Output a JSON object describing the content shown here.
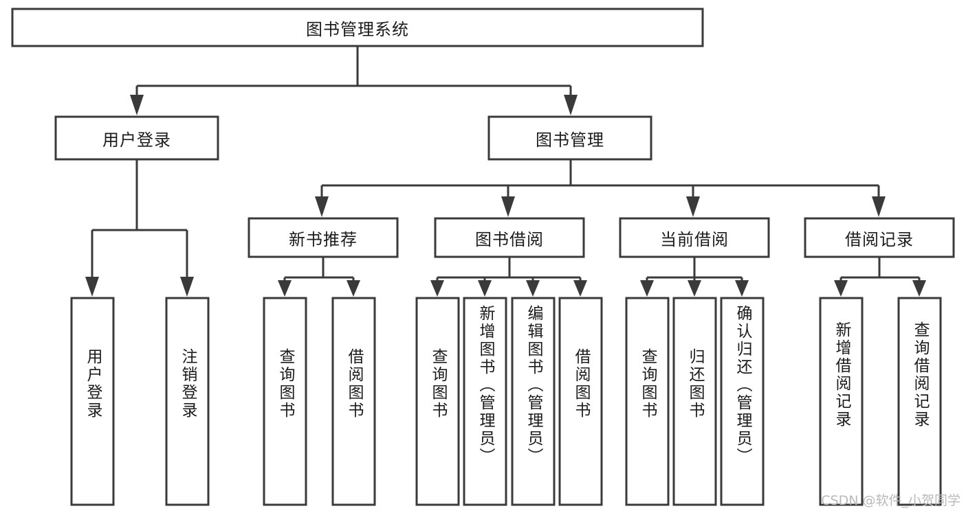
{
  "diagram": {
    "title": "图书管理系统",
    "type": "tree",
    "watermark": "CSDN @软件_小贺同学",
    "colors": {
      "stroke": "#3a3a3a",
      "box_fill": "#ffffff",
      "text": "#1b1b1b",
      "background": "#ffffff",
      "watermark": "#b9b9b9"
    },
    "levels": {
      "root": {
        "label": "图书管理系统"
      },
      "level2": [
        {
          "label": "用户登录"
        },
        {
          "label": "图书管理"
        }
      ],
      "level3": [
        {
          "label": "新书推荐"
        },
        {
          "label": "图书借阅"
        },
        {
          "label": "当前借阅"
        },
        {
          "label": "借阅记录"
        }
      ],
      "leaves_user_login": [
        {
          "label": "用户登录"
        },
        {
          "label": "注销登录"
        }
      ],
      "leaves_new_book": [
        {
          "label": "查询图书"
        },
        {
          "label": "借阅图书"
        }
      ],
      "leaves_borrow": [
        {
          "label": "查询图书"
        },
        {
          "label": "新增图书（管理员）"
        },
        {
          "label": "编辑图书（管理员）"
        },
        {
          "label": "借阅图书"
        }
      ],
      "leaves_current": [
        {
          "label": "查询图书"
        },
        {
          "label": "归还图书"
        },
        {
          "label": "确认归还（管理员）"
        }
      ],
      "leaves_record": [
        {
          "label": "新增借阅记录"
        },
        {
          "label": "查询借阅记录"
        }
      ]
    }
  }
}
